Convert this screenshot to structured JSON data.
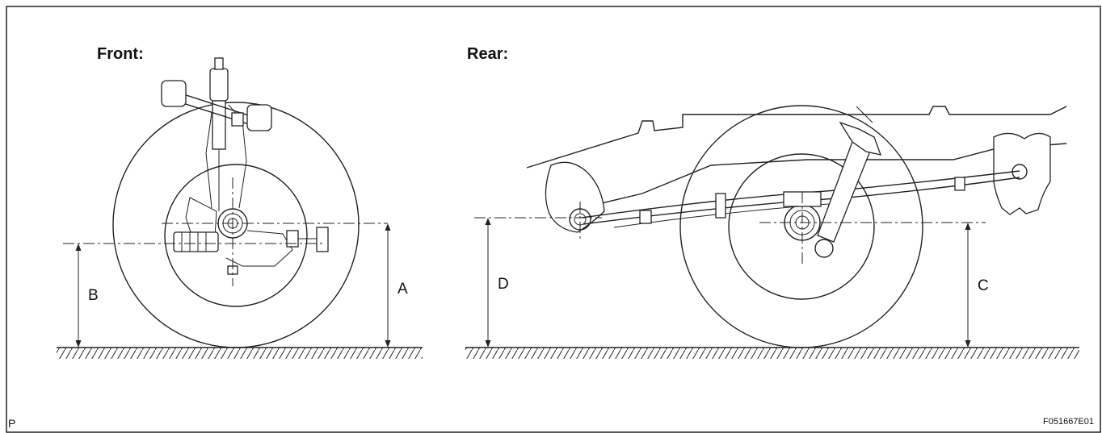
{
  "figure": {
    "front_title": "Front:",
    "rear_title": "Rear:",
    "label_a": "A",
    "label_b": "B",
    "label_c": "C",
    "label_d": "D",
    "corner_mark": "P",
    "figure_code": "F051667E01"
  }
}
